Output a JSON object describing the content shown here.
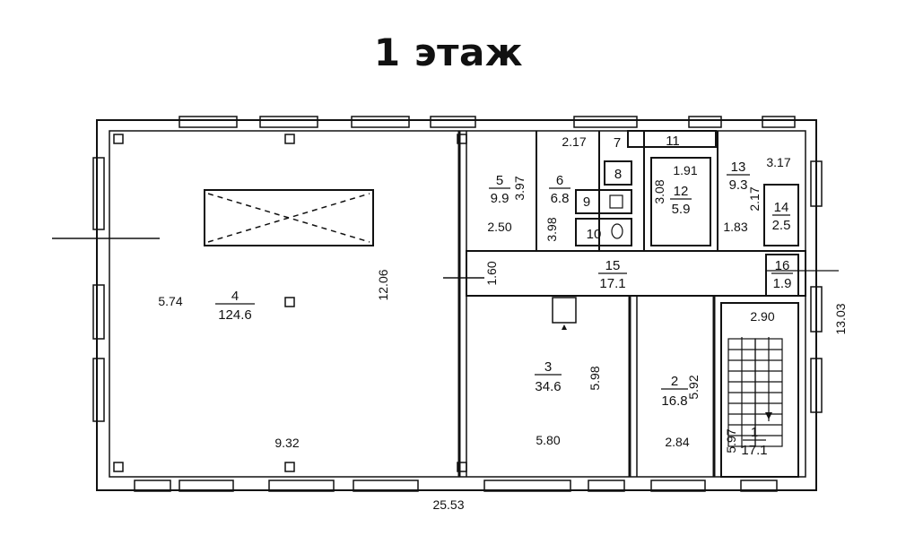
{
  "title": "1 этаж",
  "rooms": [
    {
      "number": "4",
      "area": "124.6"
    },
    {
      "number": "5",
      "area": "9.9"
    },
    {
      "number": "6",
      "area": "6.8"
    },
    {
      "number": "7",
      "area": ""
    },
    {
      "number": "8",
      "area": ""
    },
    {
      "number": "9",
      "area": ""
    },
    {
      "number": "10",
      "area": ""
    },
    {
      "number": "11",
      "area": ""
    },
    {
      "number": "12",
      "area": "5.9"
    },
    {
      "number": "13",
      "area": "9.3"
    },
    {
      "number": "14",
      "area": "2.5"
    },
    {
      "number": "15",
      "area": "17.1"
    },
    {
      "number": "16",
      "area": "1.9"
    },
    {
      "number": "3",
      "area": "34.6"
    },
    {
      "number": "2",
      "area": "16.8"
    },
    {
      "number": "1",
      "area": "17.1"
    }
  ],
  "dimensions": {
    "room4_width": "9.32",
    "room4_left": "5.74",
    "room4_height": "12.06",
    "total_width": "25.53",
    "total_height": "13.03",
    "corridor_height": "1.60",
    "room5_width": "2.50",
    "room5_height": "3.97",
    "room6_height": "3.98",
    "room7_width": "2.17",
    "room12_width": "1.91",
    "room12_height": "3.08",
    "room13_width": "3.17",
    "room13_height": "2.17",
    "room13_bottom": "1.83",
    "room3_width": "5.80",
    "room3_height": "5.98",
    "room2_width": "2.84",
    "room2_height": "5.92",
    "room1_width": "2.90",
    "room1_height": "5.97"
  }
}
